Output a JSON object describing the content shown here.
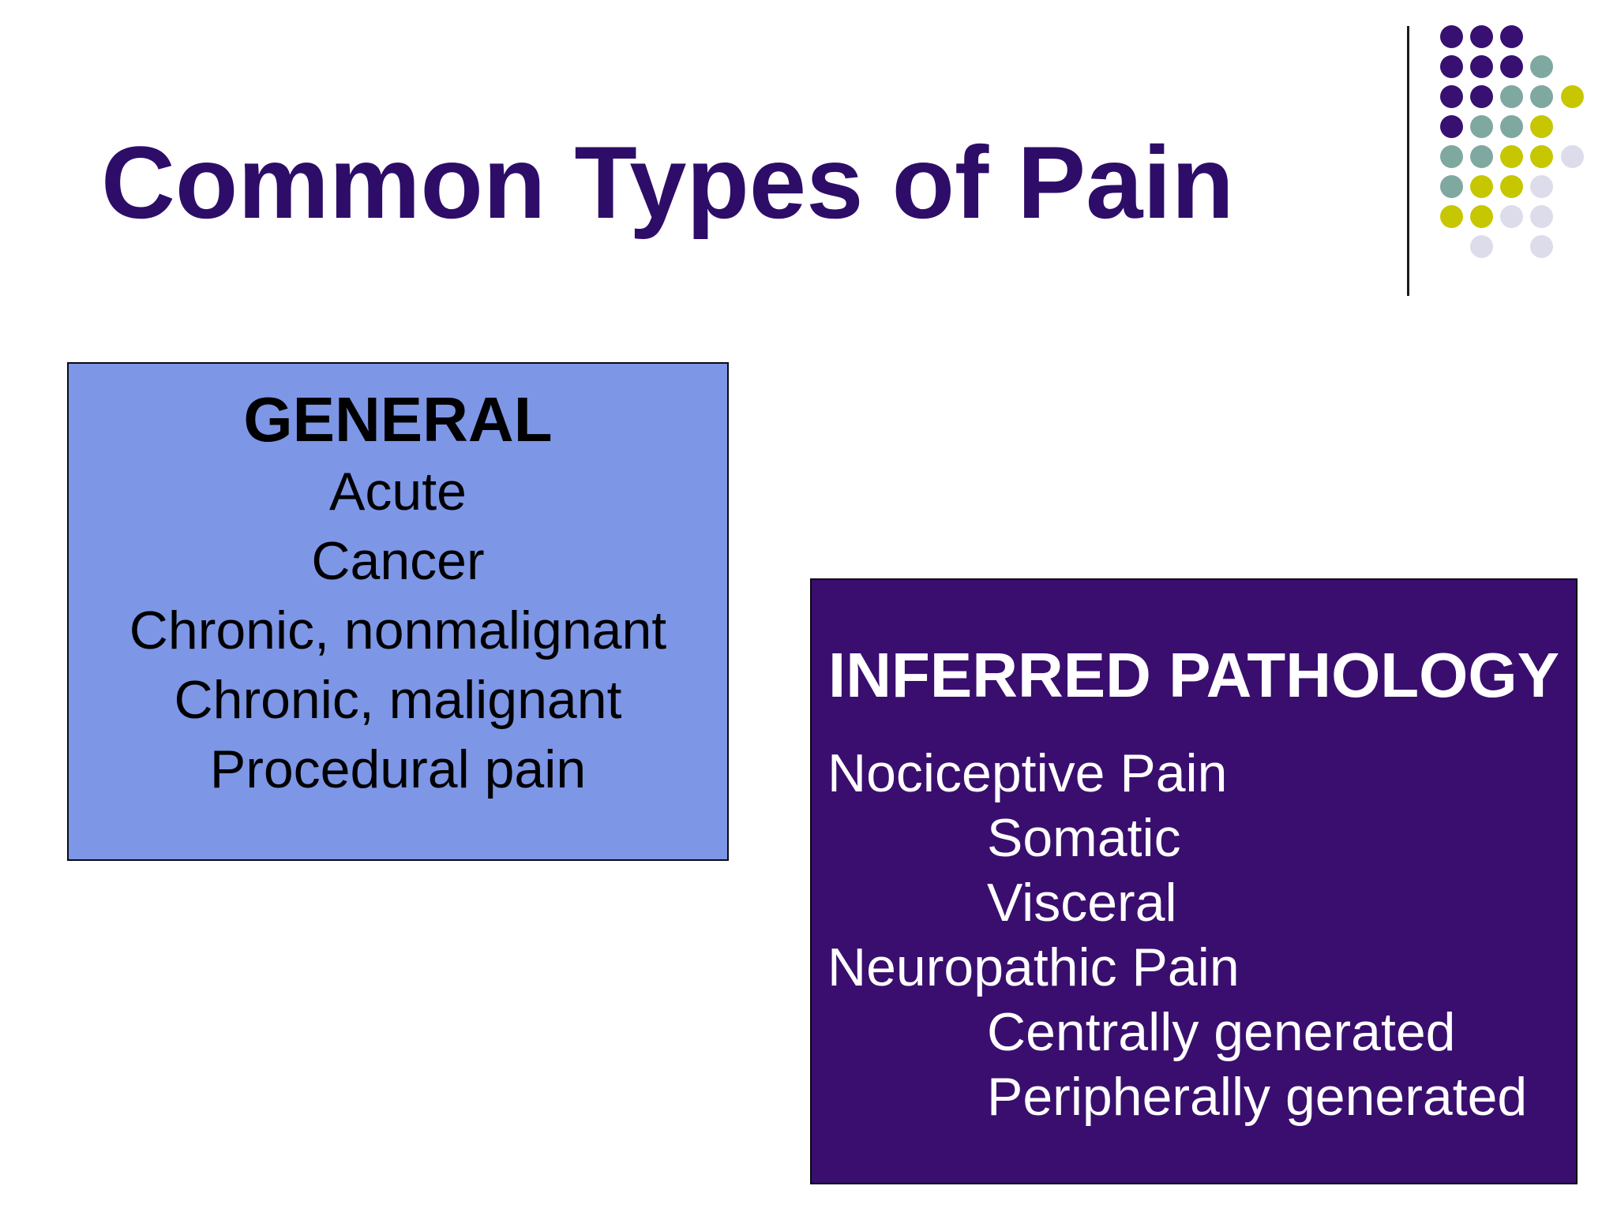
{
  "slide": {
    "title": "Common Types of Pain"
  },
  "general_box": {
    "heading": "GENERAL",
    "items": [
      "Acute",
      "Cancer",
      "Chronic, nonmalignant",
      "Chronic, malignant",
      "Procedural pain"
    ]
  },
  "pathology_box": {
    "heading": "INFERRED PATHOLOGY",
    "items": [
      {
        "label": "Nociceptive Pain",
        "indent": 0
      },
      {
        "label": "Somatic",
        "indent": 1
      },
      {
        "label": "Visceral",
        "indent": 1
      },
      {
        "label": "Neuropathic Pain",
        "indent": 0
      },
      {
        "label": "Centrally generated",
        "indent": 1
      },
      {
        "label": "Peripherally generated",
        "indent": 1
      }
    ]
  },
  "decoration": {
    "description": "grid of colored dots with vertical rule, top-right corner",
    "color_names": {
      "P": "purple",
      "T": "teal",
      "Y": "yellow",
      "L": "lavender"
    },
    "rows": [
      [
        "P",
        "P",
        "P"
      ],
      [
        "P",
        "P",
        "P",
        "T"
      ],
      [
        "P",
        "P",
        "T",
        "T",
        "Y"
      ],
      [
        "P",
        "T",
        "T",
        "Y"
      ],
      [
        "T",
        "T",
        "Y",
        "Y",
        "L"
      ],
      [
        "T",
        "Y",
        "Y",
        "L"
      ],
      [
        "Y",
        "Y",
        "L",
        "L"
      ],
      [
        null,
        "L",
        null,
        "L"
      ]
    ]
  },
  "colors": {
    "background": "#FFFFFF",
    "title": "#2E0D69",
    "general_box_bg": "#7D96E6",
    "general_box_text": "#000000",
    "pathology_box_bg": "#3A0E6E",
    "pathology_box_text": "#FFFFFF",
    "box_border": "#0A0A14",
    "divider_line": "#1A1A1A",
    "dot_purple": "#371071",
    "dot_teal": "#7FA8A1",
    "dot_yellow": "#C6C700",
    "dot_lavender": "#DDDCEA"
  }
}
